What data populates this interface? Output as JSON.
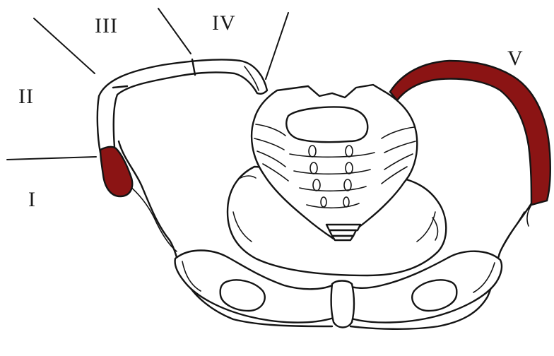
{
  "diagram": {
    "labels": {
      "region_1": "I",
      "region_2": "II",
      "region_3": "III",
      "region_4": "IV",
      "region_5": "V"
    },
    "colors": {
      "highlight": "#8b1414",
      "ink": "#141414",
      "background": "#ffffff"
    }
  }
}
